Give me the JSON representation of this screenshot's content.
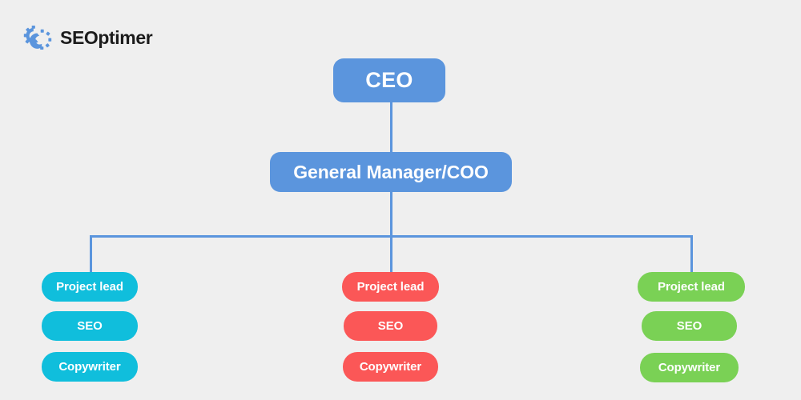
{
  "brand": {
    "name": "SEOptimer",
    "logo_icon": "seoptimer-gears-logo",
    "logo_color": "#5b95dd",
    "text_color": "#1c1c1c"
  },
  "background_color": "#efefef",
  "connector_color": "#5b95dd",
  "chart_data": {
    "type": "org-chart",
    "title": "",
    "levels": [
      {
        "level": 1,
        "nodes": [
          "CEO"
        ]
      },
      {
        "level": 2,
        "nodes": [
          "General Manager/COO"
        ]
      },
      {
        "level": 3,
        "nodes": [
          "Project lead",
          "SEO",
          "Copywriter"
        ]
      }
    ]
  },
  "chart": {
    "ceo": {
      "label": "CEO",
      "color": "#5b95dd"
    },
    "gm": {
      "label": "General Manager/COO",
      "color": "#5b95dd"
    },
    "teams": [
      {
        "name": "team-one",
        "color": "#10bedc",
        "roles": [
          {
            "label": "Project lead"
          },
          {
            "label": "SEO"
          },
          {
            "label": "Copywriter"
          }
        ]
      },
      {
        "name": "team-two",
        "color": "#fb5757",
        "roles": [
          {
            "label": "Project lead"
          },
          {
            "label": "SEO"
          },
          {
            "label": "Copywriter"
          }
        ]
      },
      {
        "name": "team-three",
        "color": "#7ad155",
        "roles": [
          {
            "label": "Project lead"
          },
          {
            "label": "SEO"
          },
          {
            "label": "Copywriter"
          }
        ]
      }
    ]
  }
}
